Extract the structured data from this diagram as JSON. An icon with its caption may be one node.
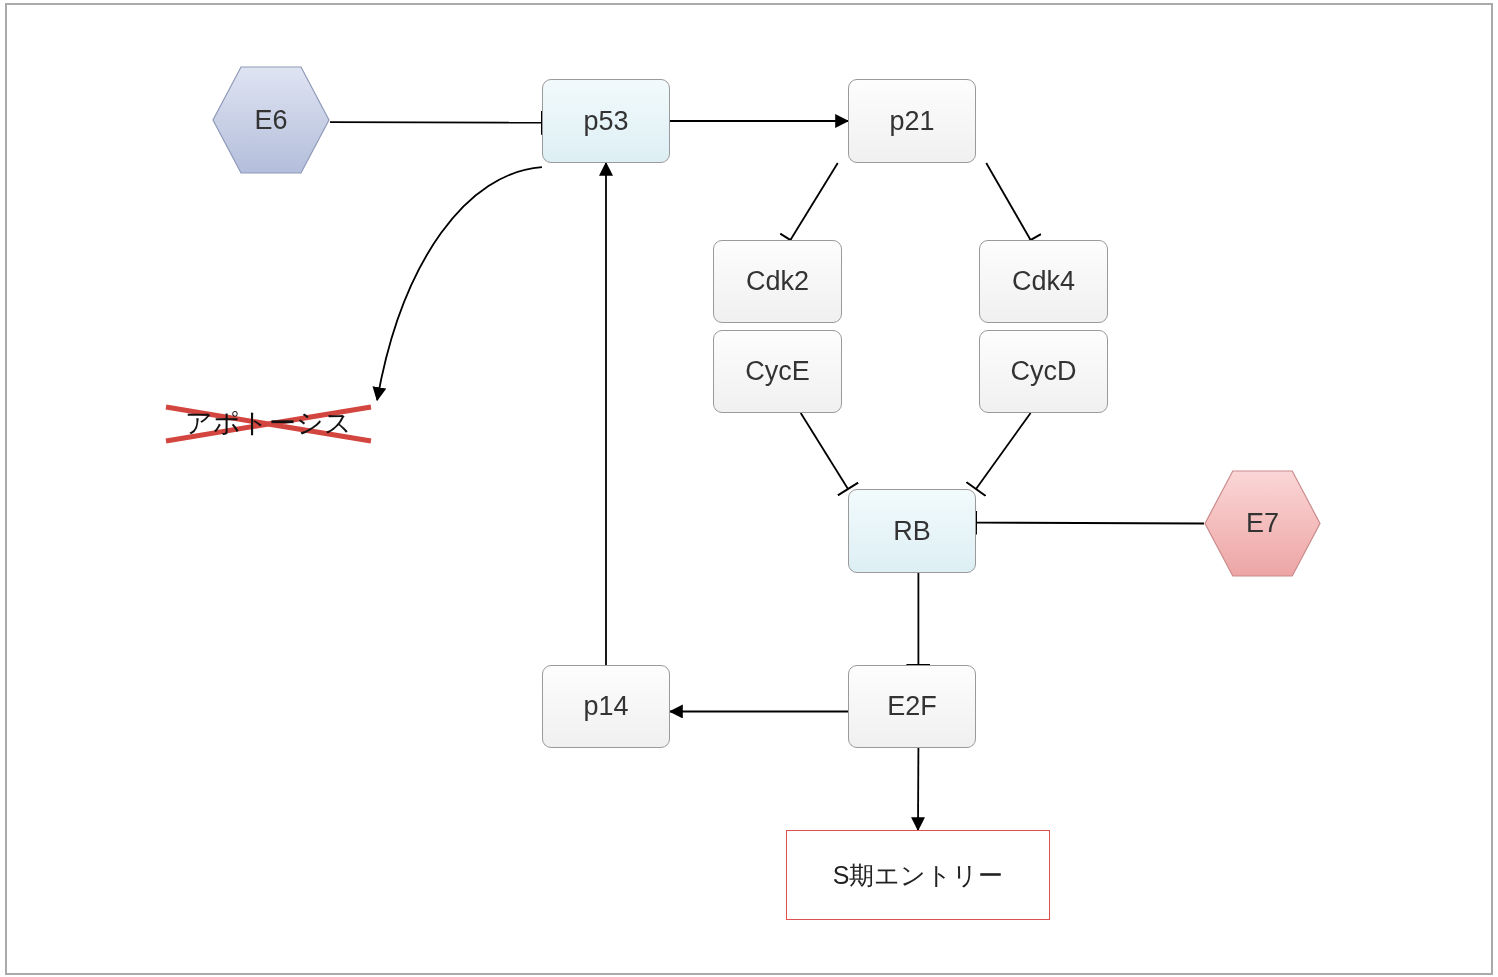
{
  "diagram": {
    "nodes": [
      {
        "text": [
          "E6"
        ]
      },
      {
        "text": [
          "p53"
        ]
      },
      {
        "text": [
          "p21"
        ]
      },
      {
        "text": [
          "Cdk2"
        ]
      },
      {
        "text": [
          "CycE"
        ]
      },
      {
        "text": [
          "Cdk4"
        ]
      },
      {
        "text": [
          "CycD"
        ]
      },
      {
        "text": [
          "アポトーシス"
        ]
      },
      {
        "text": [
          "RB"
        ]
      },
      {
        "text": [
          "E7"
        ]
      },
      {
        "text": [
          "p14"
        ]
      },
      {
        "text": [
          "E2F"
        ]
      },
      {
        "text": [
          "S期エントリー"
        ]
      }
    ],
    "edges": [
      {
        "from": 0,
        "to": 1,
        "arrow": "other"
      },
      {
        "from": 1,
        "to": 2,
        "arrow": "to"
      },
      {
        "from": 2,
        "to": 3,
        "arrow": "other"
      },
      {
        "from": 2,
        "to": 5,
        "arrow": "other"
      },
      {
        "from": 1,
        "to": 7,
        "arrow": "to"
      },
      {
        "from": 4,
        "to": 8,
        "arrow": "other"
      },
      {
        "from": 6,
        "to": 8,
        "arrow": "other"
      },
      {
        "from": 9,
        "to": 8,
        "arrow": "other"
      },
      {
        "from": 8,
        "to": 11,
        "arrow": "other"
      },
      {
        "from": 11,
        "to": 10,
        "arrow": "to"
      },
      {
        "from": 10,
        "to": 1,
        "arrow": "to"
      },
      {
        "from": 11,
        "to": 12,
        "arrow": "to"
      }
    ]
  }
}
